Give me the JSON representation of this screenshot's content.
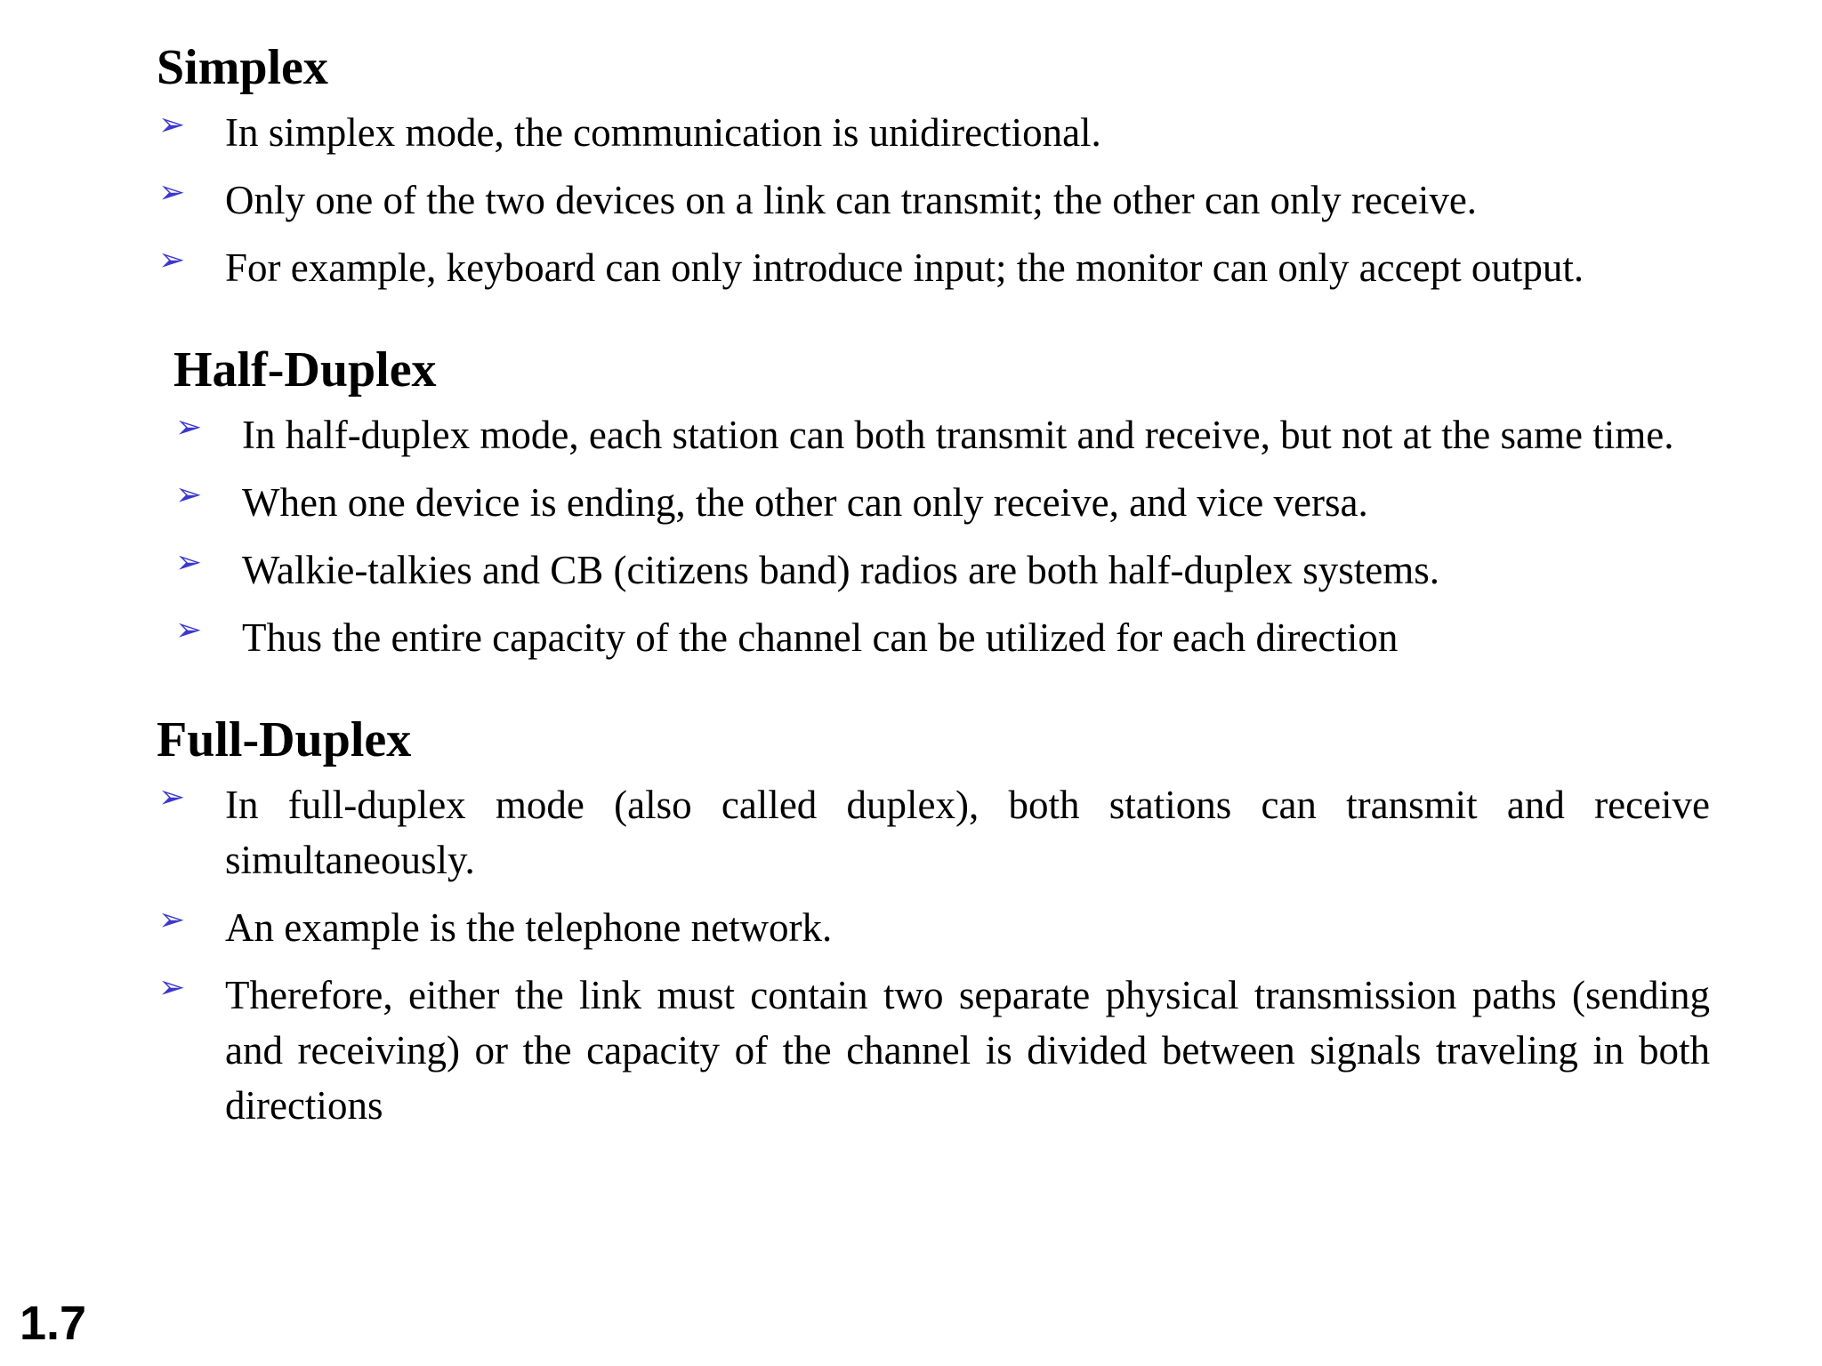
{
  "page": {
    "number": "1.7"
  },
  "icons": {
    "bullet_arrow": "➢"
  },
  "colors": {
    "background": "#ffffff",
    "text": "#000000",
    "bullet_arrow": "#3b38cf"
  },
  "sections": [
    {
      "title": "Simplex",
      "bullets": [
        "In simplex mode, the communication is unidirectional.",
        "Only one of the two devices on a link can transmit; the other can only receive.",
        "For example, keyboard can only introduce input; the monitor can only accept output."
      ]
    },
    {
      "title": "Half-Duplex",
      "bullets": [
        "In half-duplex mode, each station can both transmit and receive, but not at the same time.",
        "When one device is ending, the other can only receive, and vice versa.",
        "Walkie-talkies and CB (citizens band) radios are both half-duplex systems.",
        "Thus the entire capacity of the channel can be utilized for each direction"
      ]
    },
    {
      "title": "Full-Duplex",
      "bullets": [
        "In full-duplex mode (also called duplex), both stations can transmit and receive simultaneously.",
        "An example is the telephone network.",
        "Therefore, either the link must contain two separate physical transmission paths (sending and receiving) or the capacity of the channel is divided between signals traveling in both directions"
      ]
    }
  ]
}
